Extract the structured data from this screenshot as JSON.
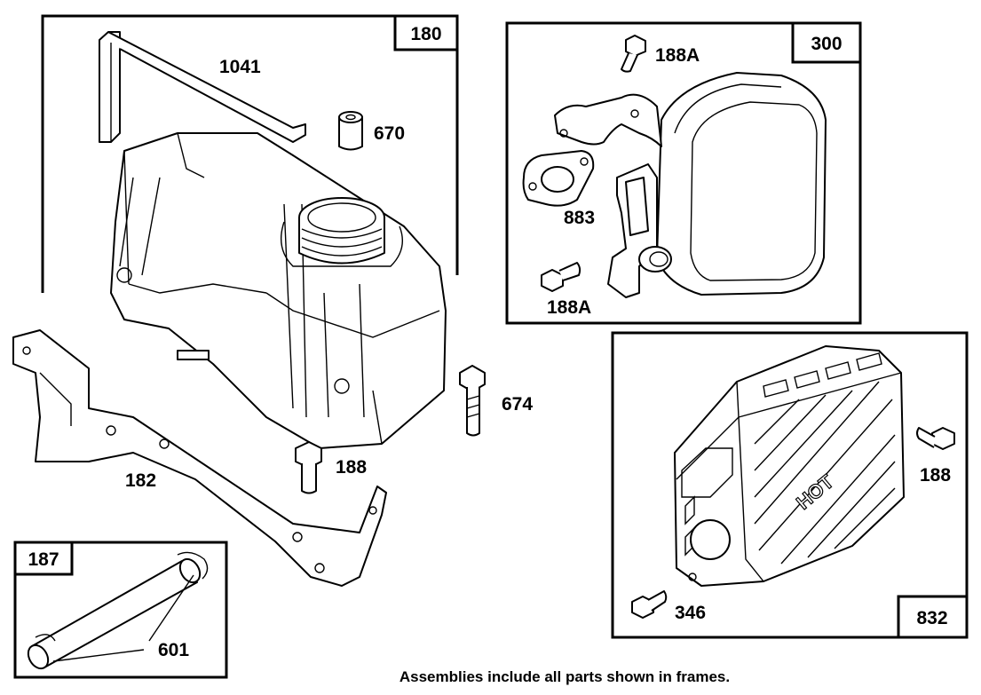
{
  "frames": {
    "frame_180": "180",
    "frame_300": "300",
    "frame_832": "832",
    "frame_187": "187"
  },
  "labels": {
    "p1041": "1041",
    "p670": "670",
    "p182": "182",
    "p188_bracket": "188",
    "p674": "674",
    "p883": "883",
    "p188A_top": "188A",
    "p188A_bottom": "188A",
    "p188_guard": "188",
    "p346": "346",
    "p601": "601"
  },
  "footer": "Assemblies include all parts shown in frames.",
  "guard_text": "HOT"
}
